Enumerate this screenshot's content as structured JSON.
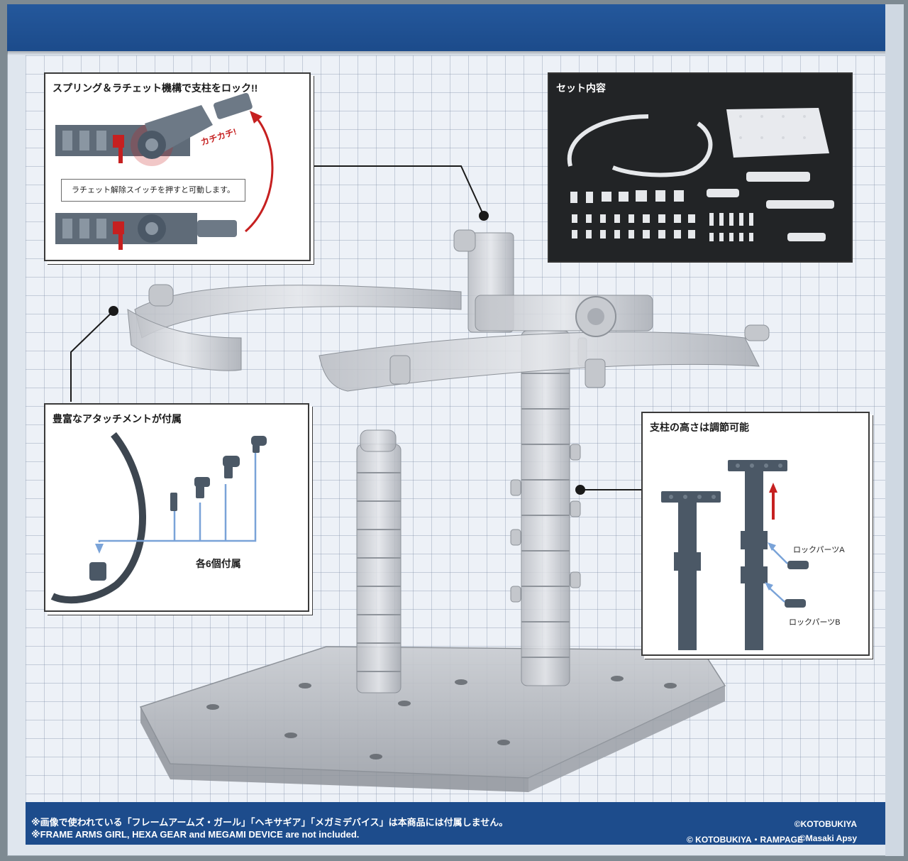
{
  "panels": {
    "ratchet": {
      "title": "スプリング＆ラチェット機構で支柱をロック!!",
      "sound": "カチカチ!",
      "note": "ラチェット解除スイッチを押すと可動します。"
    },
    "contents": {
      "title": "セット内容"
    },
    "attachments": {
      "title": "豊富なアタッチメントが付属",
      "count": "各6個付属"
    },
    "height": {
      "title": "支柱の高さは調節可能",
      "part_a": "ロックパーツA",
      "part_b": "ロックパーツB"
    }
  },
  "footer": {
    "note_jp": "※画像で使われている「フレームアームズ・ガール」「ヘキサギア」「メガミデバイス」は本商品には付属しません。",
    "note_en": "※FRAME ARMS GIRL, HEXA GEAR and MEGAMI DEVICE are not included.",
    "copyright_1": "©KOTOBUKIYA",
    "copyright_2": "© KOTOBUKIYA・RAMPAGE",
    "copyright_3": "©Masaki Apsy"
  },
  "colors": {
    "band_blue": "#1d4c8c",
    "accent_red": "#c62020",
    "part_gray": "#4b5866"
  }
}
